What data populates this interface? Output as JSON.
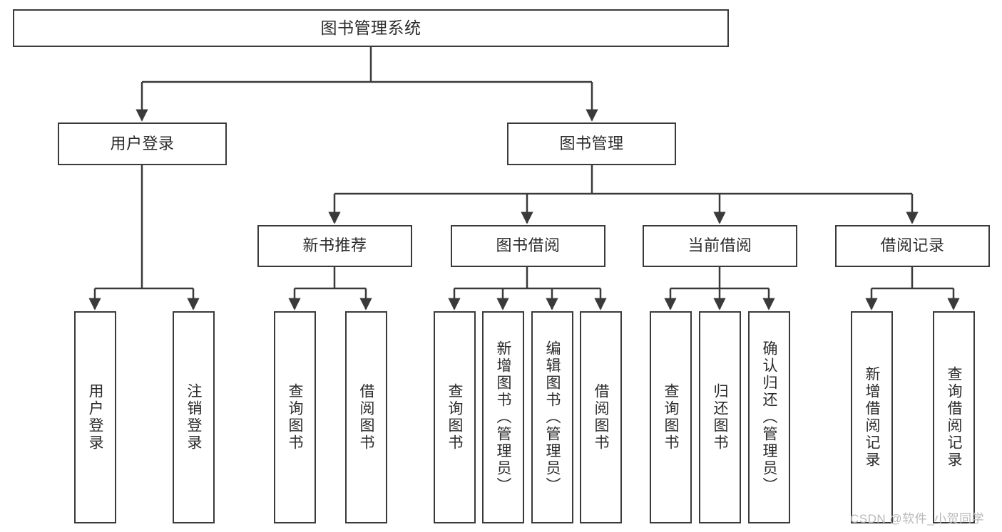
{
  "diagram": {
    "title": "图书管理系统",
    "type": "hierarchy-tree",
    "levels": 4,
    "colors": {
      "box_border": "#3a3a3a",
      "box_fill": "#ffffff",
      "edge": "#3a3a3a",
      "text": "#2b2b2b",
      "watermark": "#b9b9b9",
      "background": "#ffffff"
    },
    "root": {
      "label": "图书管理系统"
    },
    "level2": [
      {
        "label": "用户登录"
      },
      {
        "label": "图书管理"
      }
    ],
    "level3": [
      {
        "label": "新书推荐"
      },
      {
        "label": "图书借阅"
      },
      {
        "label": "当前借阅"
      },
      {
        "label": "借阅记录"
      }
    ],
    "leaves": {
      "user_login": [
        {
          "label": "用户登录"
        },
        {
          "label": "注销登录"
        }
      ],
      "new_book_recommend": [
        {
          "label": "查询图书"
        },
        {
          "label": "借阅图书"
        }
      ],
      "book_borrow": [
        {
          "label": "查询图书"
        },
        {
          "label": "新增图书（管理员）"
        },
        {
          "label": "编辑图书（管理员）"
        },
        {
          "label": "借阅图书"
        }
      ],
      "current_borrow": [
        {
          "label": "查询图书"
        },
        {
          "label": "归还图书"
        },
        {
          "label": "确认归还（管理员）"
        }
      ],
      "borrow_records": [
        {
          "label": "新增借阅记录"
        },
        {
          "label": "查询借阅记录"
        }
      ]
    }
  },
  "watermark": {
    "text": "CSDN @软件_小贺同学"
  }
}
